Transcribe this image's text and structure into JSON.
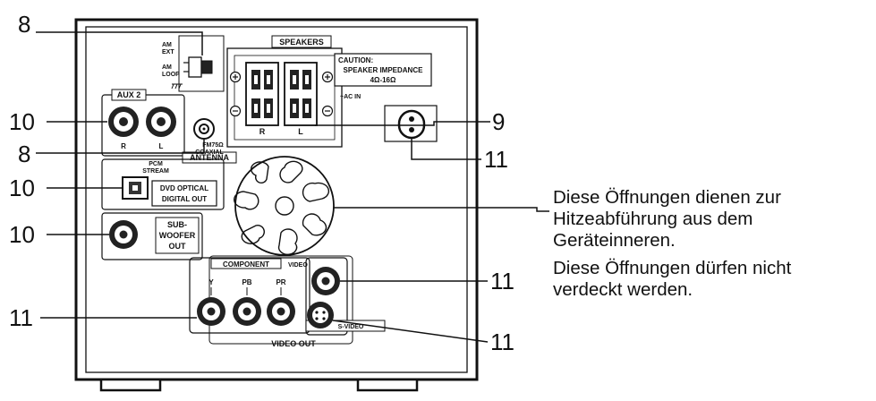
{
  "callouts": {
    "n8_top": "8",
    "n10_aux": "10",
    "n8_ant": "8",
    "n10_opt": "10",
    "n10_sub": "10",
    "n11_comp": "11",
    "n9": "9",
    "n11_ac": "11",
    "n11_video": "11",
    "n11_svideo": "11"
  },
  "labels": {
    "am_ext_1": "AM",
    "am_ext_2": "EXT",
    "am_loop_1": "AM",
    "am_loop_2": "LOOP",
    "aux2": "AUX 2",
    "aux_r": "R",
    "aux_l": "L",
    "coax_1": "FM75Ω",
    "coax_2": "COAXIAL",
    "antenna": "ANTENNA",
    "pcm_1": "PCM",
    "pcm_2": "STREAM",
    "dvd_1": "DVD OPTICAL",
    "dvd_2": "DIGITAL OUT",
    "sub_1": "SUB-",
    "sub_2": "WOOFER",
    "sub_3": "OUT",
    "speakers": "SPEAKERS",
    "spk_r": "R",
    "spk_l": "L",
    "caution_1": "CAUTION:",
    "caution_2": "SPEAKER IMPEDANCE",
    "caution_3": "4Ω-16Ω",
    "ac_in": "~AC IN",
    "component": "COMPONENT",
    "comp_y": "Y",
    "comp_pb": "PB",
    "comp_pr": "PR",
    "video": "VIDEO",
    "svideo": "S-VIDEO",
    "video_out": "VIDEO  OUT"
  },
  "caption": {
    "line1": "Diese Öffnungen dienen zur",
    "line2": "Hitzeabführung aus dem",
    "line3": "Geräteinneren.",
    "line4": "Diese Öffnungen dürfen nicht",
    "line5": "verdeckt werden."
  }
}
